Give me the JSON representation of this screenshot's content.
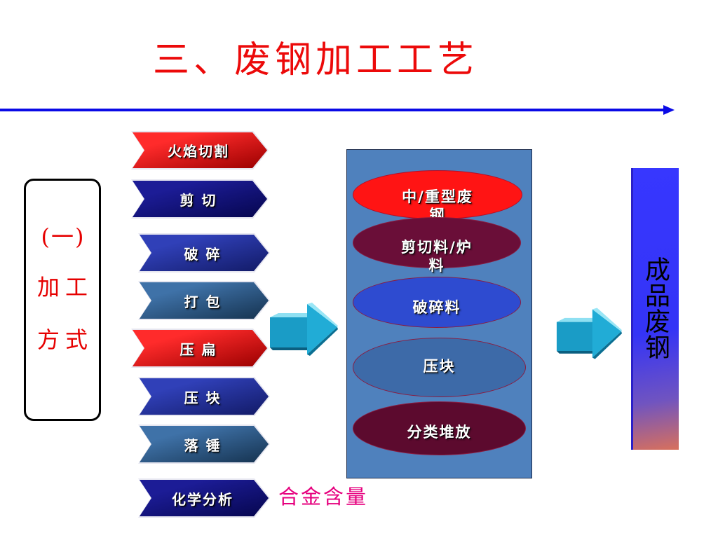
{
  "slide": {
    "title": "三、废钢加工工艺",
    "colors": {
      "title": "#ec0a0a",
      "timeline": "#0a0ae6",
      "section_text": "#e60000",
      "note": "#e6007e",
      "panel": "#4f81bd",
      "arrow": "#1a9cc6"
    }
  },
  "section_box": {
    "lines": [
      "(一)",
      "加工",
      "方式"
    ]
  },
  "methods": [
    {
      "label": "火焰切割",
      "color": "#ff2b2b",
      "shade": "#9a0000"
    },
    {
      "label": "剪 切",
      "color": "#1c1c96",
      "shade": "#06064e"
    },
    {
      "label": "破 碎",
      "color": "#3040b8",
      "shade": "#121a66"
    },
    {
      "label": "打 包",
      "color": "#3f72a8",
      "shade": "#15324f"
    },
    {
      "label": "压 扁",
      "color": "#ff2b2b",
      "shade": "#9a0000"
    },
    {
      "label": "压 块",
      "color": "#3040b8",
      "shade": "#121a66"
    },
    {
      "label": "落 锤",
      "color": "#3f72a8",
      "shade": "#15324f"
    },
    {
      "label": "化学分析",
      "color": "#1c1c96",
      "shade": "#06064e"
    }
  ],
  "analysis_note": "合金含量",
  "products": [
    {
      "label": "中/重型废钢",
      "color": "#ff1414"
    },
    {
      "label": "剪切料/炉料",
      "color": "#6a0e38"
    },
    {
      "label": "破碎料",
      "color": "#2e4bd0"
    },
    {
      "label": "压块",
      "color": "#3d6aa8"
    },
    {
      "label": "分类堆放",
      "color": "#5c0a2e"
    }
  ],
  "arrows": [
    {
      "icon": "block-arrow-right-icon"
    },
    {
      "icon": "block-arrow-right-icon"
    }
  ],
  "final_product": {
    "label": "成品废钢"
  }
}
